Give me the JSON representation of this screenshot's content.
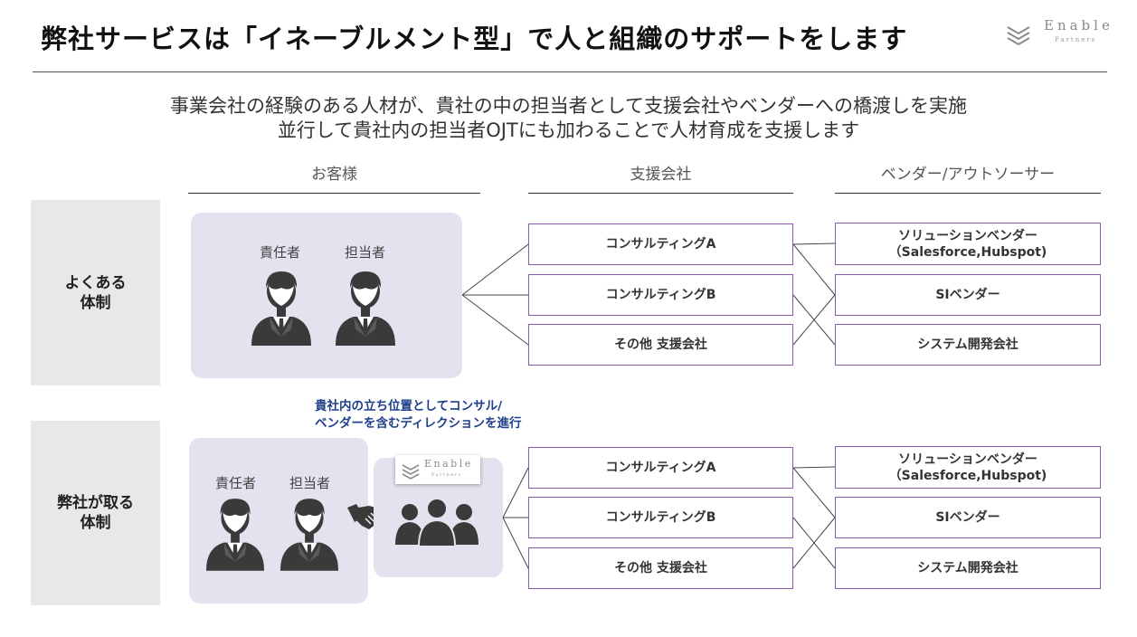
{
  "title": "弊社サービスは「イネーブルメント型」で人と組織のサポートをします",
  "logo": {
    "word": "Enable",
    "sub": "Partners"
  },
  "subtitle": {
    "line1": "事業会社の経験のある人材が、貴社の中の担当者として支援会社やベンダーへの橋渡しを実施",
    "line2": "並行して貴社内の担当者OJTにも加わることで人材育成を支援します"
  },
  "columns": {
    "client": "お客様",
    "support": "支援会社",
    "vendor": "ベンダー/アウトソーサー"
  },
  "rows": [
    {
      "label": "よくある\n体制",
      "people": [
        "責任者",
        "担当者"
      ],
      "support": [
        "コンサルティングA",
        "コンサルティングB",
        "その他 支援会社"
      ],
      "vendors": [
        "ソリューションベンダー\n（Salesforce,Hubspot)",
        "SIベンダー",
        "システム開発会社"
      ]
    },
    {
      "label": "弊社が取る\n体制",
      "people": [
        "責任者",
        "担当者"
      ],
      "support": [
        "コンサルティングA",
        "コンサルティングB",
        "その他 支援会社"
      ],
      "vendors": [
        "ソリューションベンダー\n（Salesforce,Hubspot)",
        "SIベンダー",
        "システム開発会社"
      ]
    }
  ],
  "note": "貴社内の立ち位置としてコンサル/\nベンダーを含むディレクションを進行",
  "colors": {
    "panel": "#e3e3f0",
    "box_border": "#8a5aa8",
    "note": "#1e3f8a",
    "icon": "#3a3a3a"
  }
}
